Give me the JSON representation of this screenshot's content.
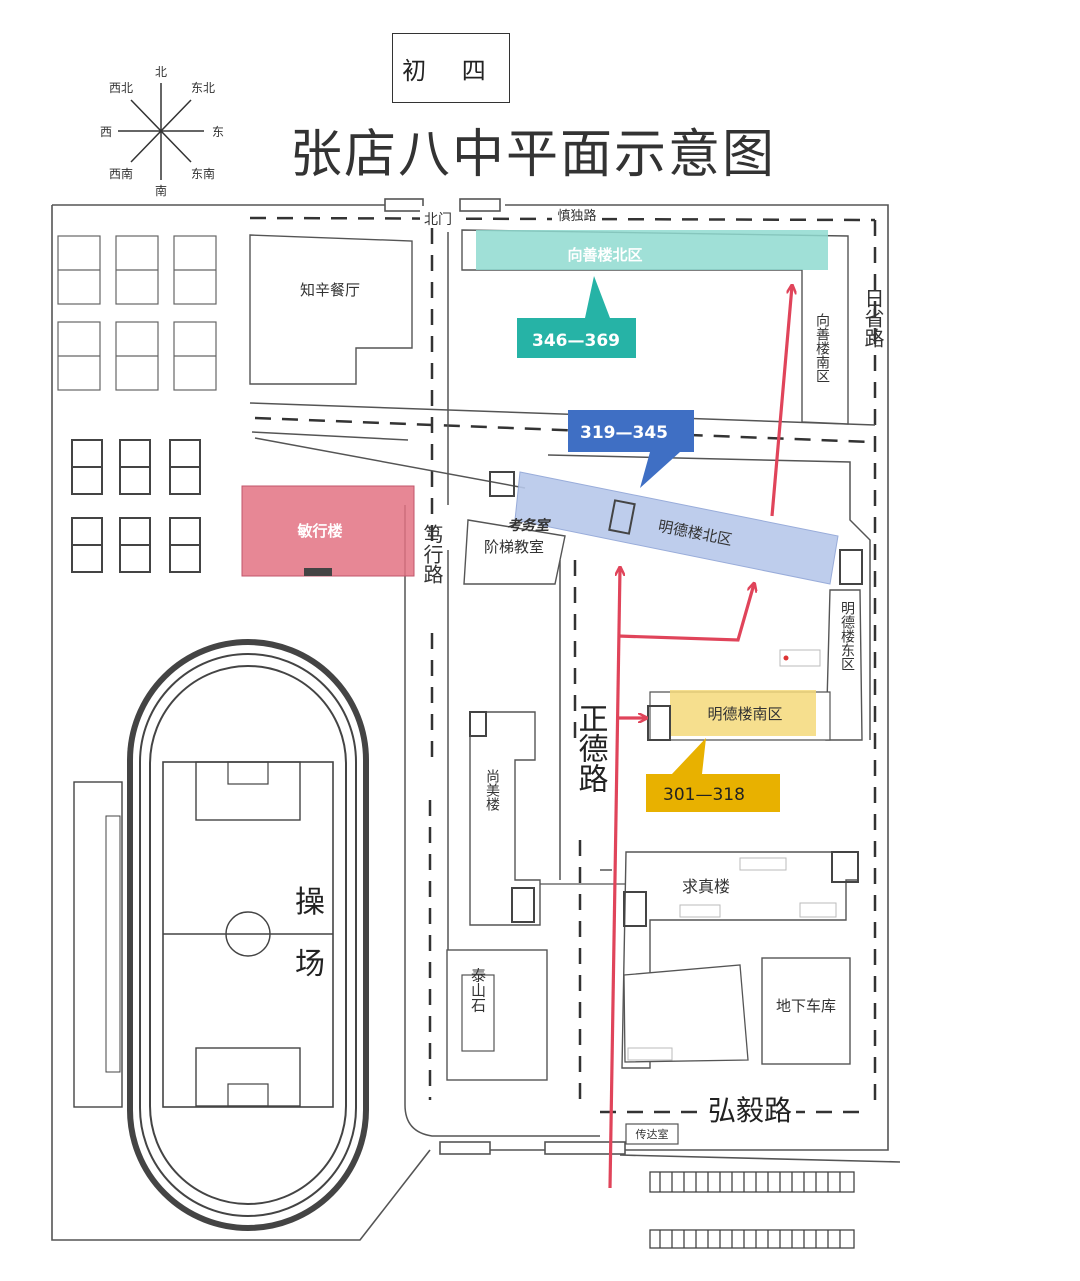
{
  "grade_label": "初 四",
  "title": "张店八中平面示意图",
  "compass": {
    "north": "北",
    "south": "南",
    "east": "东",
    "west": "西",
    "northeast": "东北",
    "northwest": "西北",
    "southeast": "东南",
    "southwest": "西南"
  },
  "roads": {
    "north_gate": "北门",
    "shendu": "慎独路",
    "rixing": "日省路",
    "duxing": "笃行路",
    "zhengde": "正德路",
    "hongyi": "弘毅路"
  },
  "buildings": {
    "canteen": "知辛餐厅",
    "minxing": "敏行楼",
    "ladder_classroom": "阶梯教室",
    "exam_office": "考务室",
    "xiangshan_north": "向善楼北区",
    "xiangshan_south": "向善楼南区",
    "mingde_north": "明德楼北区",
    "mingde_east": "明德楼东区",
    "mingde_south": "明德楼南区",
    "shangmei": "尚美楼",
    "taishan_stone": "泰山石",
    "qiuzhen": "求真楼",
    "underground_garage": "地下车库",
    "guard_room": "传达室",
    "playground_1": "操",
    "playground_2": "场"
  },
  "exam_rooms": {
    "xiangshan_north": "346—369",
    "mingde_north": "319—345",
    "mingde_south": "301—318"
  },
  "colors": {
    "teal": "#26b3a6",
    "blue": "#3f6fc4",
    "gold": "#e8b100",
    "route_red": "#e0445a",
    "pink": "#e37283"
  }
}
